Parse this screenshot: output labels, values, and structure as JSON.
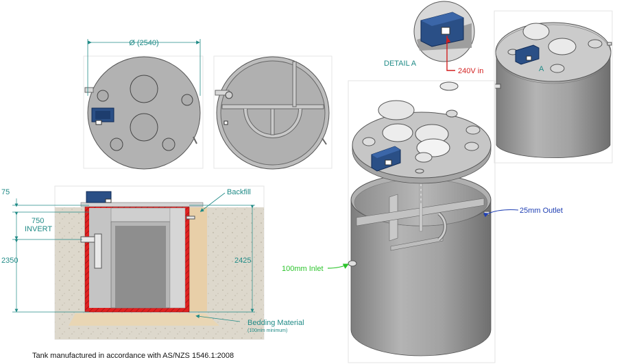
{
  "labels": {
    "diameter": "Ø  (2540)",
    "detail": "DETAIL A",
    "power": "240V in",
    "callout": "A",
    "backfill": "Backfill",
    "top_offset": "75",
    "invert_value": "750",
    "invert_word": "INVERT",
    "height_left": "2350",
    "height_right": "2425",
    "bedding": "Bedding Material",
    "bedding_note": "(100mm minimum)",
    "outlet": "25mm Outlet",
    "inlet": "100mm Inlet"
  },
  "footer": "Tank manufactured in accordance with AS/NZS 1546.1:2008",
  "colors": {
    "dimension": "#1f8a86",
    "wall": "#e02020",
    "power": "#d21f1f",
    "outlet": "#1f3fb3",
    "inlet": "#2cc42c",
    "tank": "#9c9c9c",
    "control_box": "#2a4f86"
  },
  "icons": {
    "control_box": "control-box-icon",
    "pipe": "pipe-icon"
  }
}
